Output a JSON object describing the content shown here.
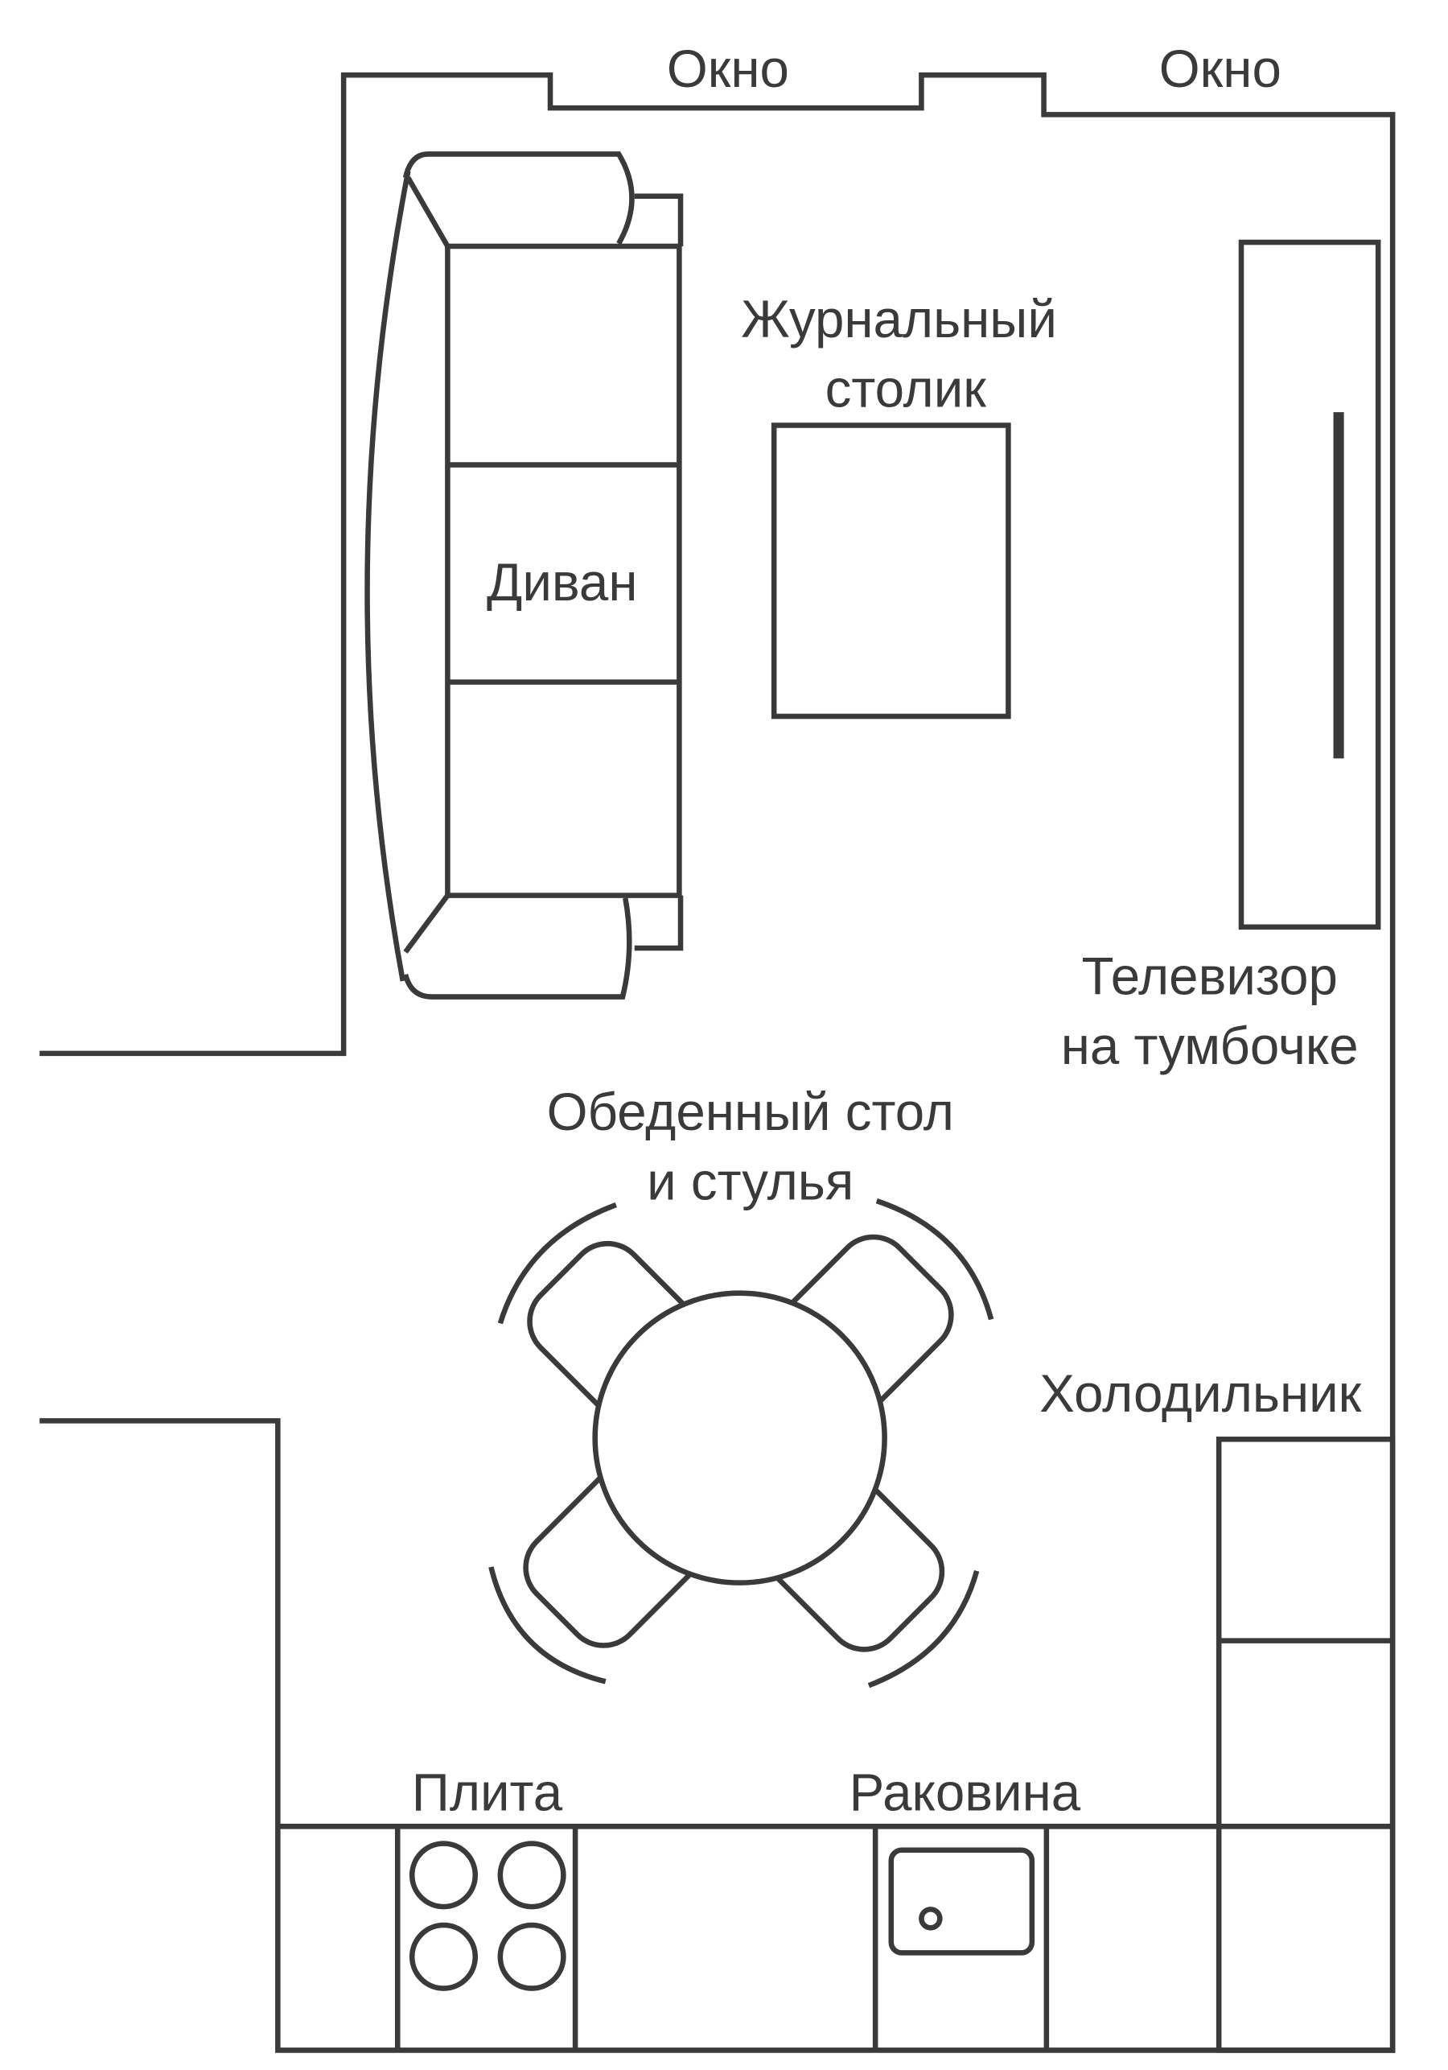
{
  "labels": {
    "window_1": "Окно",
    "window_2": "Окно",
    "coffee_table_line1": "Журнальный",
    "coffee_table_line2": "столик",
    "sofa": "Диван",
    "tv_line1": "Телевизор",
    "tv_line2": "на тумбочке",
    "dining_line1": "Обеденный стол",
    "dining_line2": "и стулья",
    "fridge": "Холодильник",
    "stove": "Плита",
    "sink": "Раковина"
  },
  "colors": {
    "stroke": "#3a3a3c",
    "background": "#ffffff"
  }
}
